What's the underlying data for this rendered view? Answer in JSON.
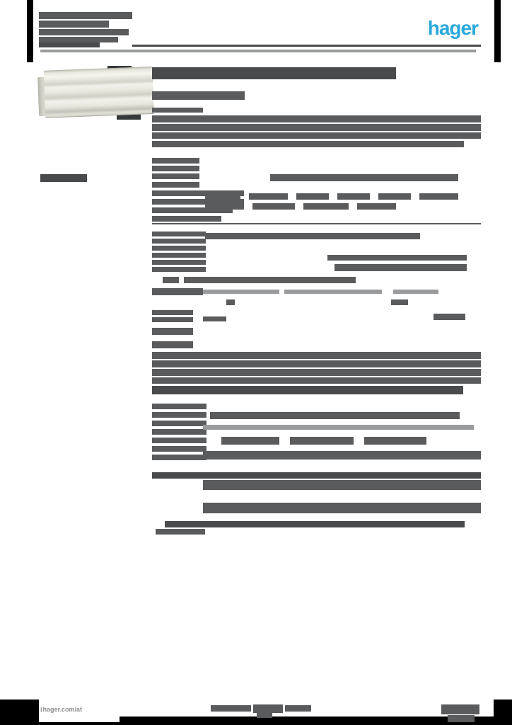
{
  "header": {
    "logo_text": "hager",
    "logo_color": "#2aa8dc"
  },
  "footer": {
    "mark": "|",
    "site_label": "hager.com/at"
  },
  "colors": {
    "page_bg": "#ffffff",
    "scan_mark_black": "#000000",
    "shades": {
      "d": "#494a4c",
      "m": "#5a5b5d",
      "l": "#9a9b9d"
    },
    "product_photo": {
      "body": "#ebebe3",
      "shadow": "#c3c3b9",
      "highlight": "#f6f6f0"
    }
  },
  "redactions": [
    [
      55,
      17,
      132,
      10,
      "m"
    ],
    [
      55,
      29,
      99,
      10,
      "m"
    ],
    [
      55,
      41,
      127,
      9,
      "m"
    ],
    [
      55,
      52,
      112,
      8,
      "m"
    ],
    [
      55,
      60,
      86,
      7,
      "d"
    ],
    [
      187,
      63,
      493,
      3,
      "d"
    ],
    [
      57,
      70,
      616,
      4,
      "l"
    ],
    [
      215,
      95,
      345,
      17,
      "d"
    ],
    [
      215,
      129,
      131,
      12,
      "m"
    ],
    [
      215,
      152,
      72,
      7,
      "m"
    ],
    [
      215,
      163,
      465,
      10,
      "m"
    ],
    [
      215,
      175,
      465,
      10,
      "m"
    ],
    [
      215,
      187,
      465,
      9,
      "m"
    ],
    [
      215,
      199,
      441,
      9,
      "m"
    ],
    [
      57,
      246,
      66,
      11,
      "d"
    ],
    [
      215,
      223,
      67,
      8,
      "m"
    ],
    [
      215,
      234,
      67,
      8,
      "m"
    ],
    [
      215,
      245,
      67,
      8,
      "m"
    ],
    [
      215,
      257,
      67,
      8,
      "m"
    ],
    [
      215,
      269,
      130,
      8,
      "m"
    ],
    [
      215,
      281,
      130,
      8,
      "m"
    ],
    [
      215,
      293,
      114,
      8,
      "m"
    ],
    [
      215,
      305,
      98,
      8,
      "m"
    ],
    [
      382,
      246,
      266,
      10,
      "m"
    ],
    [
      290,
      273,
      50,
      9,
      "m"
    ],
    [
      352,
      273,
      55,
      9,
      "m"
    ],
    [
      419,
      273,
      46,
      9,
      "m"
    ],
    [
      477,
      273,
      46,
      9,
      "m"
    ],
    [
      535,
      273,
      46,
      9,
      "m"
    ],
    [
      593,
      273,
      55,
      9,
      "m"
    ],
    [
      290,
      287,
      55,
      9,
      "m"
    ],
    [
      357,
      287,
      60,
      9,
      "m"
    ],
    [
      429,
      287,
      64,
      9,
      "m"
    ],
    [
      505,
      287,
      55,
      9,
      "m"
    ],
    [
      215,
      315,
      465,
      2,
      "m"
    ],
    [
      215,
      327,
      76,
      7,
      "m"
    ],
    [
      215,
      337,
      76,
      7,
      "m"
    ],
    [
      215,
      347,
      76,
      7,
      "m"
    ],
    [
      215,
      357,
      76,
      7,
      "m"
    ],
    [
      215,
      367,
      76,
      7,
      "m"
    ],
    [
      215,
      377,
      76,
      7,
      "m"
    ],
    [
      290,
      329,
      304,
      9,
      "m"
    ],
    [
      463,
      360,
      197,
      8,
      "m"
    ],
    [
      473,
      373,
      187,
      10,
      "m"
    ],
    [
      230,
      391,
      23,
      9,
      "m"
    ],
    [
      260,
      391,
      243,
      9,
      "m"
    ],
    [
      215,
      407,
      72,
      10,
      "m"
    ],
    [
      287,
      409,
      108,
      6,
      "l"
    ],
    [
      402,
      409,
      138,
      6,
      "l"
    ],
    [
      556,
      409,
      64,
      6,
      "l"
    ],
    [
      320,
      423,
      12,
      8,
      "m"
    ],
    [
      553,
      423,
      24,
      8,
      "m"
    ],
    [
      215,
      438,
      58,
      7,
      "m"
    ],
    [
      215,
      448,
      58,
      7,
      "m"
    ],
    [
      287,
      447,
      33,
      7,
      "m"
    ],
    [
      613,
      443,
      45,
      9,
      "m"
    ],
    [
      215,
      463,
      58,
      10,
      "m"
    ],
    [
      215,
      482,
      58,
      10,
      "m"
    ],
    [
      215,
      497,
      465,
      10,
      "m"
    ],
    [
      215,
      509,
      465,
      10,
      "m"
    ],
    [
      215,
      521,
      465,
      10,
      "m"
    ],
    [
      215,
      533,
      465,
      9,
      "m"
    ],
    [
      215,
      545,
      440,
      12,
      "d"
    ],
    [
      215,
      570,
      77,
      8,
      "m"
    ],
    [
      215,
      582,
      77,
      8,
      "m"
    ],
    [
      215,
      594,
      77,
      8,
      "m"
    ],
    [
      215,
      606,
      77,
      8,
      "m"
    ],
    [
      215,
      618,
      77,
      8,
      "m"
    ],
    [
      215,
      630,
      77,
      8,
      "m"
    ],
    [
      215,
      642,
      77,
      8,
      "m"
    ],
    [
      297,
      582,
      353,
      10,
      "m"
    ],
    [
      287,
      600,
      383,
      7,
      "l"
    ],
    [
      313,
      617,
      82,
      11,
      "m"
    ],
    [
      410,
      617,
      90,
      11,
      "m"
    ],
    [
      515,
      617,
      88,
      11,
      "m"
    ],
    [
      287,
      637,
      393,
      12,
      "m"
    ],
    [
      215,
      667,
      465,
      9,
      "d"
    ],
    [
      287,
      678,
      393,
      14,
      "m"
    ],
    [
      287,
      710,
      393,
      15,
      "m"
    ],
    [
      233,
      736,
      424,
      9,
      "d"
    ],
    [
      220,
      747,
      70,
      8,
      "m"
    ],
    [
      298,
      996,
      57,
      9,
      "m"
    ],
    [
      358,
      995,
      42,
      12,
      "m"
    ],
    [
      403,
      996,
      37,
      9,
      "m"
    ],
    [
      363,
      1007,
      22,
      7,
      "m"
    ],
    [
      624,
      995,
      54,
      14,
      "m"
    ],
    [
      633,
      1010,
      38,
      10,
      "m"
    ]
  ],
  "scan_marks": [
    [
      38,
      0,
      9,
      88,
      "#000000"
    ],
    [
      699,
      0,
      9,
      88,
      "#000000"
    ],
    [
      0,
      988,
      55,
      36,
      "#000000"
    ],
    [
      698,
      988,
      26,
      36,
      "#000000"
    ],
    [
      0,
      1012,
      724,
      12,
      "#000000"
    ],
    [
      152,
      93,
      34,
      13,
      "#35383a"
    ],
    [
      165,
      153,
      34,
      16,
      "#35383a"
    ]
  ]
}
